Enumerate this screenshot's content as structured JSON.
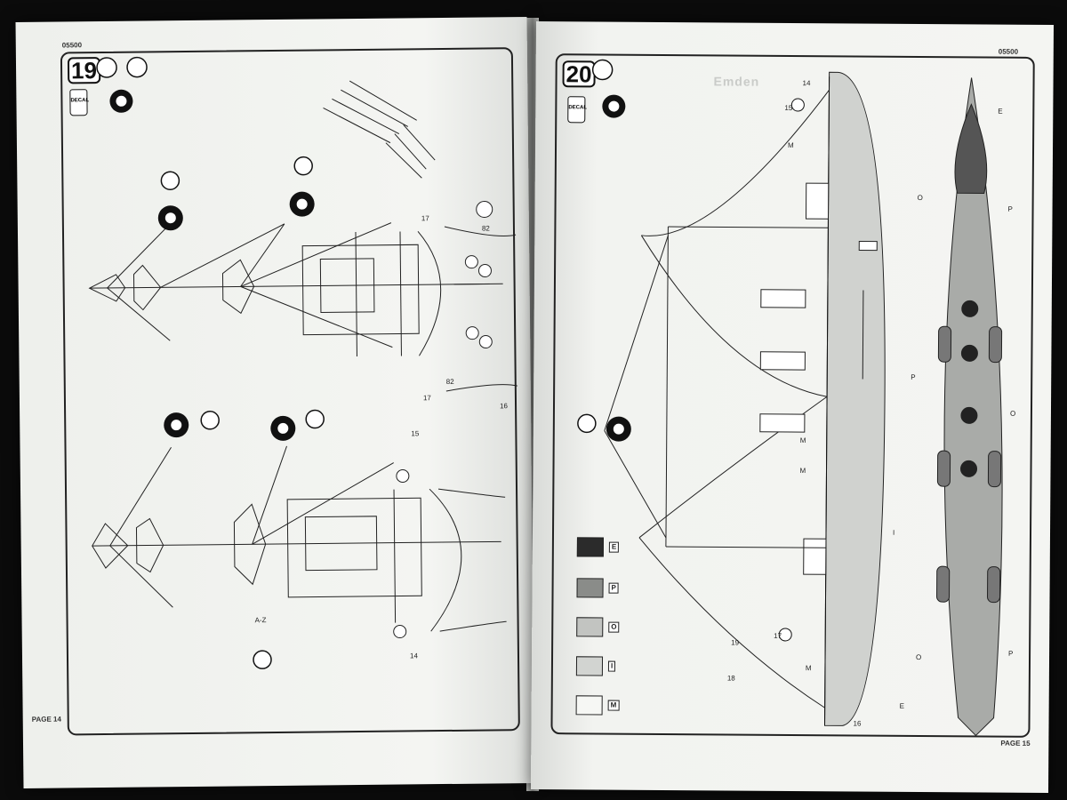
{
  "left_page": {
    "code": "05500",
    "step_number": "19",
    "page_label": "PAGE 14",
    "decal_label": "DECAL",
    "callouts": {
      "c17a": "17",
      "c82a": "82",
      "c17b": "17",
      "c82b": "82",
      "c16": "16",
      "c15": "15",
      "c14": "14",
      "az": "A-Z"
    }
  },
  "right_page": {
    "code": "05500",
    "step_number": "20",
    "page_label": "PAGE 15",
    "decal_label": "DECAL",
    "title_fragment": "Emden",
    "callouts": {
      "c14": "14",
      "c15": "15",
      "c17": "17",
      "c16": "16",
      "c18": "18",
      "c19": "19"
    },
    "color_letters": {
      "top_mk": "M",
      "side_i": "I",
      "deck_o1": "O",
      "deck_p1": "P",
      "deck_p2": "P",
      "deck_o2": "O",
      "deck_p3": "P",
      "deck_o3": "O",
      "lower_mk": "M",
      "lower_e": "E",
      "bow_e": "E",
      "mid_mk": "M",
      "mid_m": "M"
    },
    "legend": [
      {
        "letter": "E",
        "color": "#2b2b2b"
      },
      {
        "letter": "P",
        "color": "#8a8c89"
      },
      {
        "letter": "O",
        "color": "#c2c4c1"
      },
      {
        "letter": "I",
        "color": "#d2d4d1"
      },
      {
        "letter": "M",
        "color": "#f6f7f4"
      }
    ]
  }
}
